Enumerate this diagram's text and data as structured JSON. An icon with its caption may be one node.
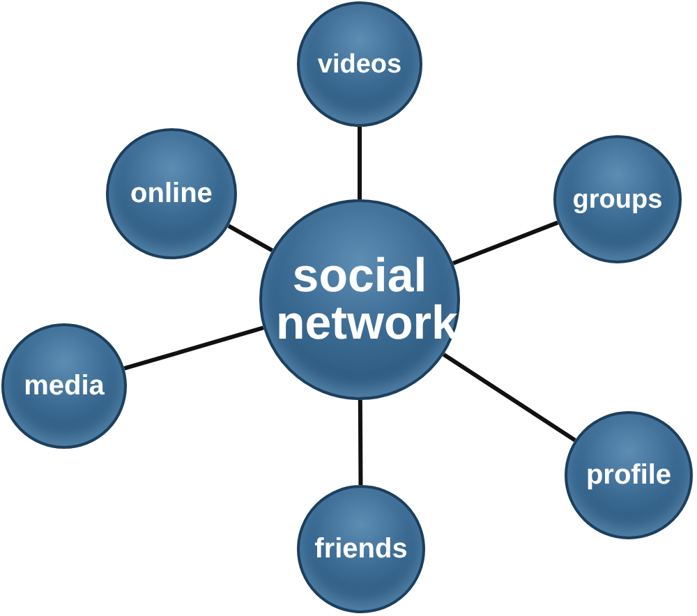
{
  "diagram": {
    "nodes": [
      {
        "text": [
          "social network"
        ]
      },
      {
        "text": [
          "videos"
        ]
      },
      {
        "text": [
          "online"
        ]
      },
      {
        "text": [
          "groups"
        ]
      },
      {
        "text": [
          "media"
        ]
      },
      {
        "text": [
          "profile"
        ]
      },
      {
        "text": [
          "friends"
        ]
      }
    ],
    "edges": [
      {
        "from": 0,
        "to": 1,
        "arrow": "none"
      },
      {
        "from": 0,
        "to": 2,
        "arrow": "none"
      },
      {
        "from": 0,
        "to": 3,
        "arrow": "none"
      },
      {
        "from": 0,
        "to": 4,
        "arrow": "none"
      },
      {
        "from": 0,
        "to": 5,
        "arrow": "none"
      },
      {
        "from": 0,
        "to": 6,
        "arrow": "none"
      }
    ]
  }
}
